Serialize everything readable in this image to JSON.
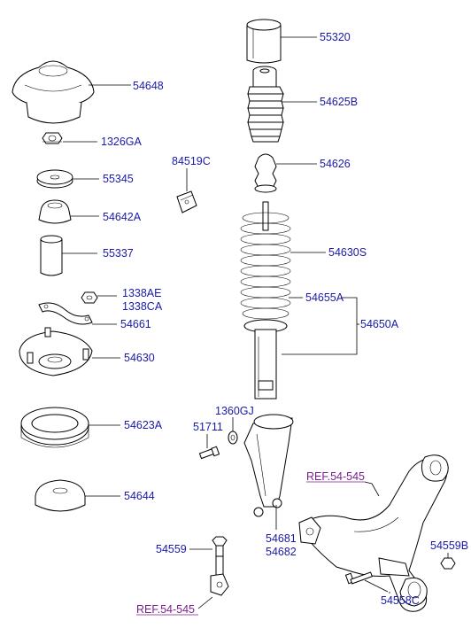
{
  "parts": {
    "p55320": "55320",
    "p54648": "54648",
    "p54625B": "54625B",
    "p1326GA": "1326GA",
    "p84519C": "84519C",
    "p54626": "54626",
    "p55345": "55345",
    "p54642A": "54642A",
    "p55337": "55337",
    "p54630S": "54630S",
    "p1338AE": "1338AE",
    "p1338CA": "1338CA",
    "p54655A": "54655A",
    "p54661": "54661",
    "p54650A": "54650A",
    "p54630": "54630",
    "p1360GJ": "1360GJ",
    "p51711": "51711",
    "p54623A": "54623A",
    "p54644": "54644",
    "p54681": "54681",
    "p54682": "54682",
    "p54559": "54559",
    "p54559B": "54559B",
    "p54558C": "54558C"
  },
  "refs": {
    "ref_arm": "REF.54-545",
    "ref_link": "REF.54-545"
  }
}
